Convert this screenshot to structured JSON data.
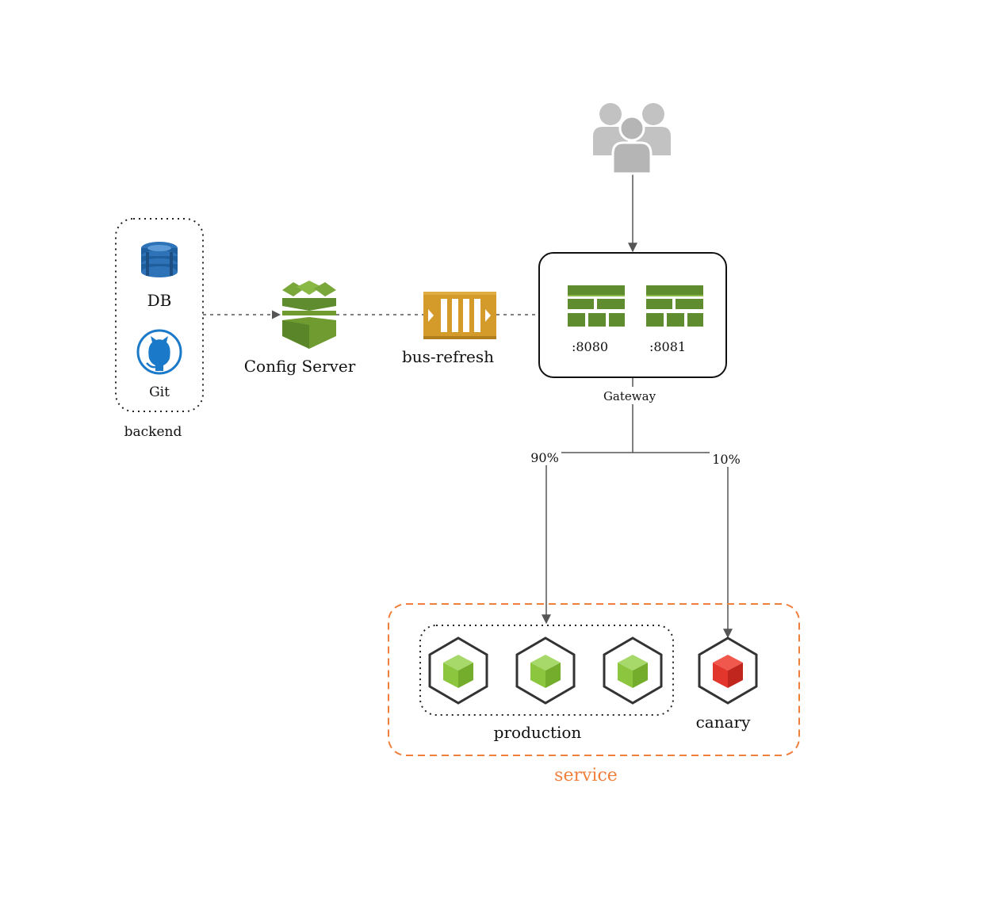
{
  "backend": {
    "group_label": "backend",
    "db_label": "DB",
    "git_label": "Git",
    "db_icon": "database-icon",
    "git_icon": "github-icon"
  },
  "config_server": {
    "label": "Config Server",
    "icon": "config-server-icon"
  },
  "bus": {
    "label": "bus-refresh",
    "icon": "message-queue-icon"
  },
  "users": {
    "icon": "users-icon"
  },
  "gateway": {
    "label": "Gateway",
    "port_a": ":8080",
    "port_b": ":8081",
    "icon": "firewall-icon"
  },
  "routing": {
    "production_weight": "90%",
    "canary_weight": "10%"
  },
  "service": {
    "label": "service",
    "production_label": "production",
    "canary_label": "canary",
    "node_icon": "nodejs-icon"
  },
  "colors": {
    "service_accent": "#f07f3c",
    "config_green": "#6f9b31",
    "firewall_green": "#5f8c2e",
    "queue_orange": "#d49a2a",
    "db_blue": "#2e73b8",
    "git_blue": "#1a79c8",
    "production_cube": "#8cc63f",
    "canary_cube": "#e2352b",
    "user_gray": "#c2c2c2"
  }
}
